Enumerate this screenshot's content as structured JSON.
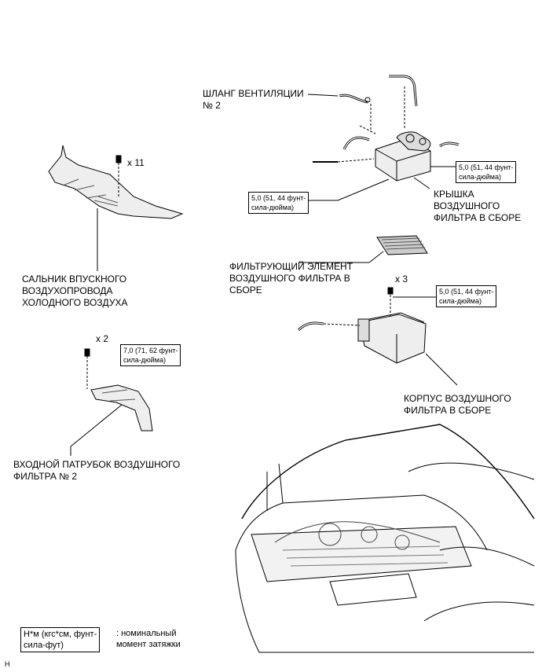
{
  "labels": {
    "vent_hose": [
      "ШЛАНГ ВЕНТИЛЯЦИИ",
      "№ 2"
    ],
    "cleaner_cap": [
      "КРЫШКА",
      "ВОЗДУШНОГО",
      "ФИЛЬТРА В СБОРЕ"
    ],
    "filter_element": [
      "ФИЛЬТРУЮЩИЙ ЭЛЕМЕНТ",
      "ВОЗДУШНОГО ФИЛЬТРА В",
      "СБОРЕ"
    ],
    "cool_air_seal": [
      "САЛЬНИК ВПУСКНОГО",
      "ВОЗДУХОПРОВОДА",
      "ХОЛОДНОГО ВОЗДУХА"
    ],
    "case": [
      "КОРПУС ВОЗДУШНОГО",
      "ФИЛЬТРА В СБОРЕ"
    ],
    "inlet": [
      "ВХОДНОЙ ПАТРУБОК ВОЗДУШНОГО",
      "ФИЛЬТРА № 2"
    ]
  },
  "quantities": {
    "seal_bolts": "x 11",
    "case_bolts": "x 3",
    "inlet_bolts": "x 2"
  },
  "torques": {
    "cap_right": [
      "5,0 (51, 44 фунт-",
      "сила-дюйма)"
    ],
    "cap_left": [
      "5,0 (51, 44 фунт-",
      "сила-дюйма)"
    ],
    "case": [
      "5,0 (51, 44 фунт-",
      "сила-дюйма)"
    ],
    "inlet": [
      "7,0 (71, 62 фунт-",
      "сила-дюйма)"
    ]
  },
  "legend": {
    "box": [
      "Н*м (кгс*см, фунт-",
      "сила-фут)"
    ],
    "text": [
      ": номинальный",
      "момент затяжки"
    ]
  },
  "corner_mark": "H"
}
